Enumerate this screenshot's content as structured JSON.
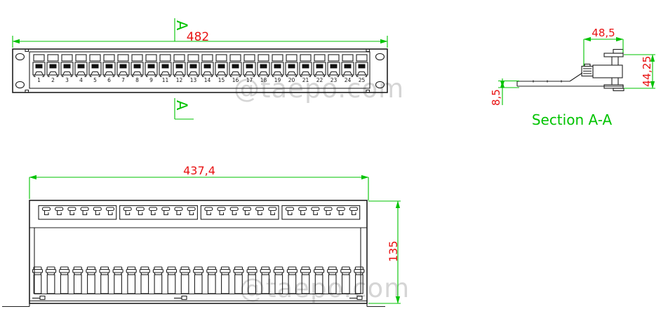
{
  "drawing": {
    "watermark": "@taepo.com",
    "front_view": {
      "dim_width_label": "482",
      "section_marker_letter": "A",
      "port_labels": [
        "1",
        "2",
        "3",
        "4",
        "5",
        "6",
        "7",
        "8",
        "9",
        "11",
        "12",
        "13",
        "14",
        "15",
        "16",
        "17",
        "18",
        "19",
        "20",
        "21",
        "22",
        "23",
        "24",
        "25"
      ]
    },
    "section_view": {
      "title": "Section A-A",
      "dim_top": "48,5",
      "dim_right": "44,25",
      "dim_left": "8,5"
    },
    "rear_view": {
      "dim_width_label": "437,4",
      "dim_height_label": "135",
      "hook_groups": 4,
      "hooks_per_group": 6,
      "idc_count": 25
    },
    "colors": {
      "line": "#1f1f1f",
      "dimension_line": "#00c300",
      "dimension_text": "#e81212",
      "annotation_text": "#00c300",
      "watermark": "#c9c9c9"
    }
  }
}
